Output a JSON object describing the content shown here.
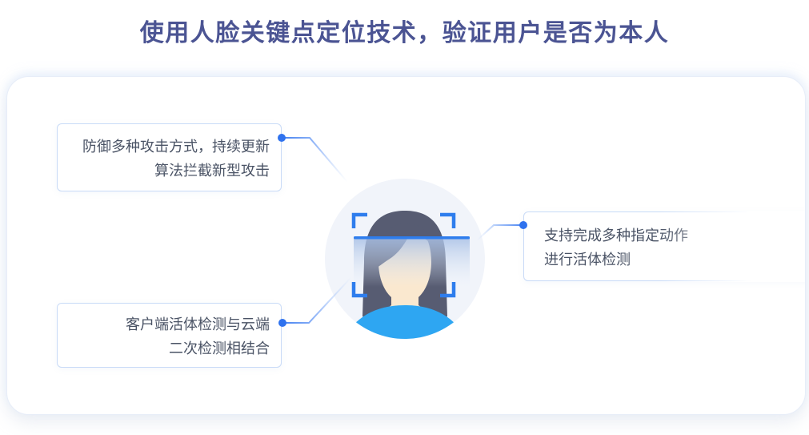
{
  "page": {
    "title": "使用人脸关键点定位技术，验证用户是否为本人"
  },
  "callouts": {
    "top_left": {
      "lines": [
        "防御多种攻击方式，持续更新",
        "算法拦截新型攻击"
      ]
    },
    "bottom_left": {
      "lines": [
        "客户端活体检测与云端",
        "二次检测相结合"
      ]
    },
    "right": {
      "lines": [
        "支持完成多种指定动作",
        "进行活体检测"
      ]
    }
  },
  "illustration": {
    "name": "face-scan-avatar",
    "icons": [
      "face-detection-brackets-icon",
      "scan-line-icon",
      "female-avatar-icon"
    ]
  },
  "colors": {
    "title_text": "#4b5493",
    "body_text": "#4a5365",
    "accent_blue": "#2f72ee",
    "bracket_blue": "#2e7ded",
    "callout_border": "#c9dbf7",
    "avatar_circle_bg": "#f1f4fa",
    "avatar_hair": "#575c72",
    "avatar_skin": "#fae8cf",
    "avatar_shirt": "#2ea6f2"
  }
}
